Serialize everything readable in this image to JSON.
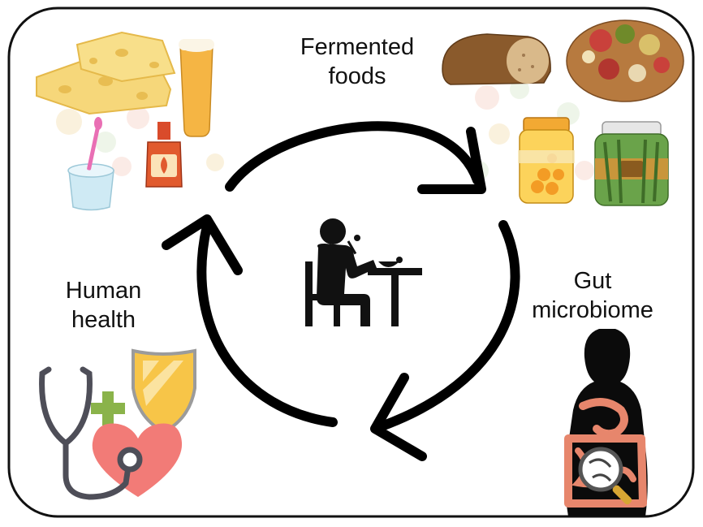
{
  "labels": {
    "fermented": {
      "line1": "Fermented",
      "line2": "foods"
    },
    "gut": {
      "line1": "Gut",
      "line2": "microbiome"
    },
    "health": {
      "line1": "Human",
      "line2": "health"
    }
  },
  "icons": {
    "center": "person-eating-at-table-icon",
    "fermented_left": [
      "cheese-icon",
      "beer-glass-icon",
      "yogurt-cup-icon",
      "hot-sauce-bottle-icon"
    ],
    "fermented_right": [
      "bread-loaf-icon",
      "charcuterie-board-icon",
      "pickled-fruit-jar-icon",
      "pickles-jar-icon"
    ],
    "gut": [
      "human-silhouette-icon",
      "intestines-icon",
      "magnifier-bacteria-icon"
    ],
    "health": [
      "stethoscope-icon",
      "heart-icon",
      "medical-cross-icon",
      "shield-icon"
    ],
    "background": "bacteria-pattern"
  },
  "colors": {
    "frame": "#111111",
    "arrows": "#000000",
    "cheese": "#f6d77a",
    "heart": "#f27b77",
    "shield": "#f7c548",
    "cross": "#8ab34a",
    "intestine": "#e7866c"
  }
}
